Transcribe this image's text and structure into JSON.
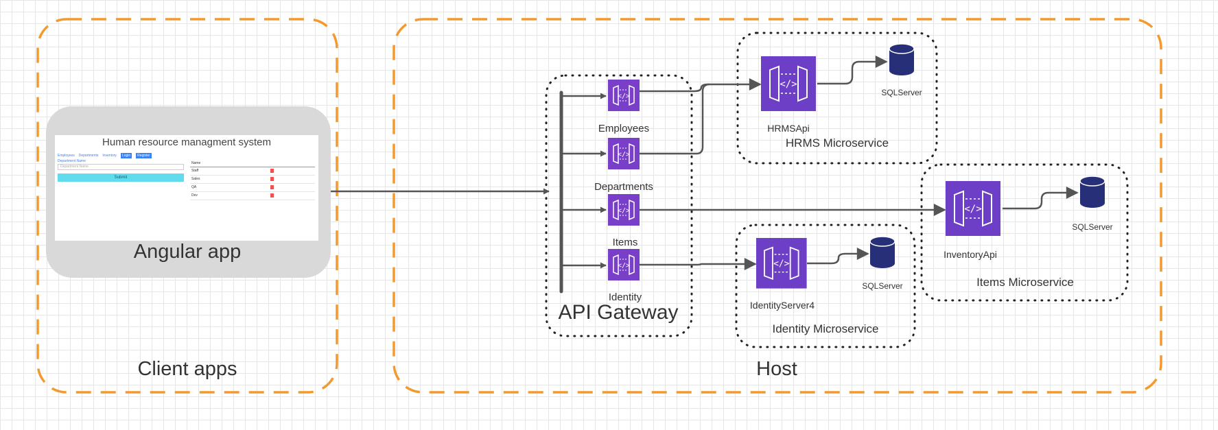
{
  "groups": {
    "client": "Client apps",
    "host": "Host",
    "gateway": "API Gateway",
    "angular": "Angular app"
  },
  "gateway_routes": [
    "Employees",
    "Departments",
    "Items",
    "Identity"
  ],
  "services": {
    "hrms": {
      "api": "HRMSApi",
      "microservice": "HRMS Microservice",
      "db": "SQLServer"
    },
    "items": {
      "api": "InventoryApi",
      "microservice": "Items Microservice",
      "db": "SQLServer"
    },
    "identity": {
      "api": "IdentityServer4",
      "microservice": "Identity Microservice",
      "db": "SQLServer"
    }
  },
  "mockup": {
    "title": "Human resource managment system",
    "nav": [
      "Employees",
      "Departments",
      "Inventory"
    ],
    "nav_buttons": [
      "Login",
      "Register"
    ],
    "field_label": "Department Name",
    "placeholder": "Department Name",
    "submit": "Submit",
    "table_header": "Name",
    "rows": [
      "Staff",
      "Sales",
      "QA",
      "Dev"
    ]
  },
  "colors": {
    "group_border": "#f29a2e",
    "gateway_purple": "#7a3fc9",
    "api_purple": "#6d3ec6",
    "db_navy": "#262f78",
    "card_gray": "#d9d9d9",
    "connector": "#555555"
  }
}
